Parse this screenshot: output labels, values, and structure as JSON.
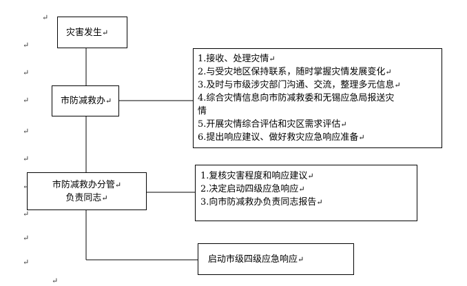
{
  "flowchart": {
    "node_disaster": "灾害发生",
    "node_office": "市防减救办",
    "node_manager_line1": "市防减救办分管",
    "node_manager_line2": "负责同志",
    "node_response": "启动市级四级应急响应",
    "office_tasks": [
      "1.接收、处理灾情",
      "2.与受灾地区保持联系，随时掌握灾情发展变化",
      "3.及时与市级涉灾部门沟通、交流，整理多元信息",
      "4.综合灾情信息向市防减救委和无锡应急局报送灾",
      "情",
      "5.开展灾情综合评估和灾区需求评估",
      "6.提出响应建议、做好救灾应急响应准备"
    ],
    "manager_tasks": [
      "1.复核灾害程度和响应建议",
      "2.决定启动四级应急响应",
      "3.向市防减救办负责同志报告"
    ],
    "paragraph_mark": "↵"
  }
}
